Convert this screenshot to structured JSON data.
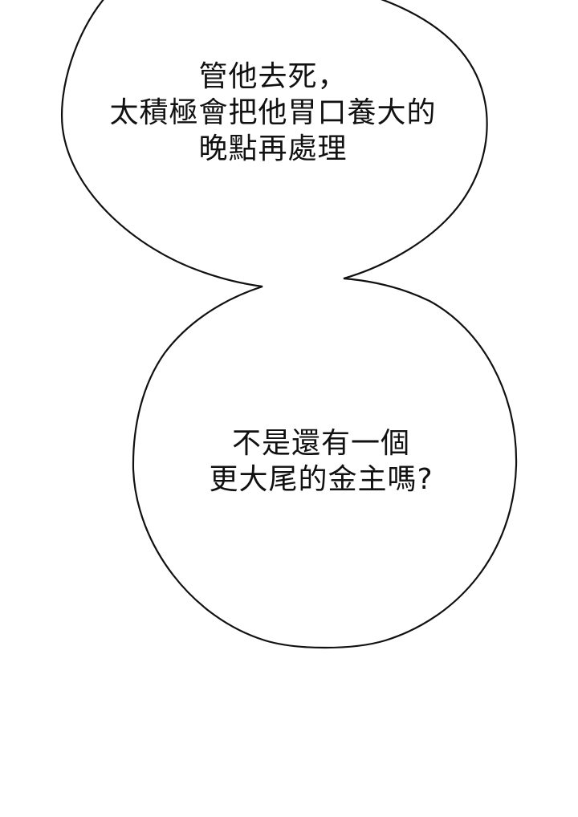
{
  "panel": {
    "background": "#ffffff",
    "stroke_color": "#111111"
  },
  "bubbles": [
    {
      "id": "top",
      "lines": [
        "管他去死，",
        "太積極會把他胃口養大的",
        "晚點再處理"
      ]
    },
    {
      "id": "bottom",
      "lines": [
        "不是還有一個",
        "更大尾的金主嗎?"
      ]
    }
  ]
}
